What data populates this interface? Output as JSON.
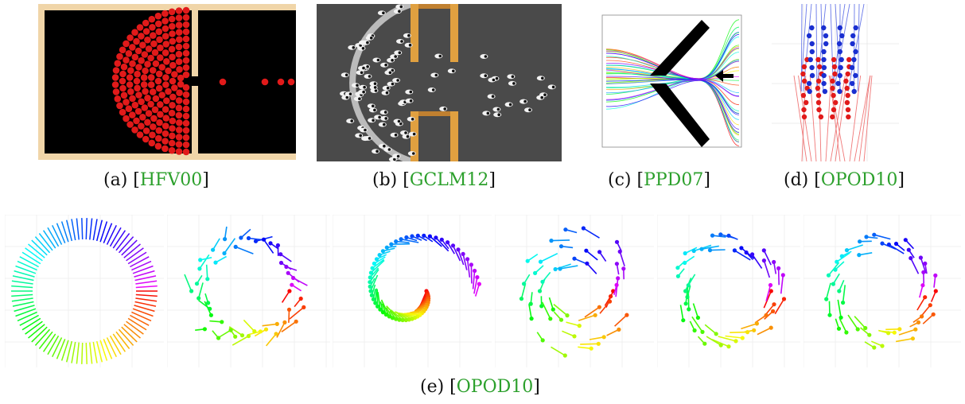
{
  "captions": {
    "a": {
      "label": "(a)",
      "ref": "HFV00"
    },
    "b": {
      "label": "(b)",
      "ref": "GCLM12"
    },
    "c": {
      "label": "(c)",
      "ref": "PPD07"
    },
    "d": {
      "label": "(d)",
      "ref": "OPOD10"
    },
    "e": {
      "label": "(e)",
      "ref": "OPOD10"
    }
  },
  "colors": {
    "citation": "#2ca02c",
    "crowd_red": "#e11a1a",
    "agent_blue": "#1a2fd0",
    "wall_tan": "#f0d5a8",
    "sim_bg": "#000000",
    "floor_gray": "#4a4a4a"
  }
}
